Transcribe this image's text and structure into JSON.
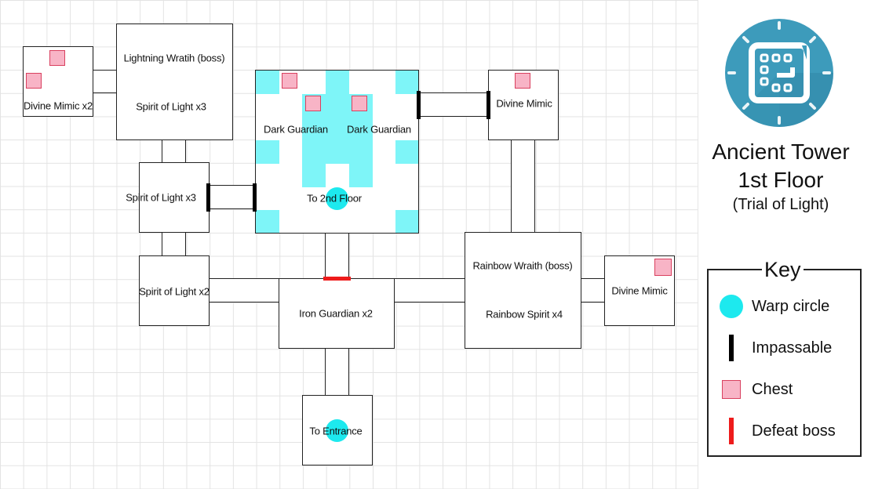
{
  "map": {
    "rooms": [
      {
        "name": "room-divine-mimic-x2",
        "labels": [
          "Divine Mimic x2"
        ]
      },
      {
        "name": "room-lightning-wraith",
        "labels": [
          "Lightning Wratih (boss)",
          "Spirit of Light x3"
        ]
      },
      {
        "name": "room-spirit-of-light-x3",
        "labels": [
          "Spirit of Light x3"
        ]
      },
      {
        "name": "room-spirit-of-light-x2",
        "labels": [
          "Spirit of Light x2"
        ]
      },
      {
        "name": "room-central-hall",
        "labels": [
          "Dark Guardian",
          "Dark Guardian",
          "To 2nd Floor"
        ]
      },
      {
        "name": "room-divine-mimic-ne",
        "labels": [
          "Divine Mimic"
        ]
      },
      {
        "name": "room-iron-guardian",
        "labels": [
          "Iron Guardian x2"
        ]
      },
      {
        "name": "room-rainbow-wraith",
        "labels": [
          "Rainbow Wraith (boss)",
          "Rainbow Spirit x4"
        ]
      },
      {
        "name": "room-divine-mimic-e",
        "labels": [
          "Divine Mimic"
        ]
      },
      {
        "name": "room-entrance",
        "labels": [
          "To Entrance"
        ]
      }
    ]
  },
  "title": {
    "line1": "Ancient Tower",
    "line2": "1st Floor",
    "subtitle": "(Trial of Light)"
  },
  "key": {
    "title": "Key",
    "items": [
      {
        "label": "Warp circle",
        "icon": "warp-circle-icon",
        "color": "#1de9ee"
      },
      {
        "label": "Impassable",
        "icon": "impassable-wall-icon",
        "color": "#000000"
      },
      {
        "label": "Chest",
        "icon": "chest-icon",
        "color": "#f8b4c6"
      },
      {
        "label": "Defeat boss",
        "icon": "defeat-boss-barrier-icon",
        "color": "#ee1b1b"
      }
    ]
  },
  "colors": {
    "warp": "#1de9ee",
    "tile": "#7ef5f8",
    "chest_fill": "#f8b4c6",
    "chest_border": "#d9405f",
    "boss_barrier": "#ee1b1b",
    "logo_bg": "#3d9bbb"
  }
}
